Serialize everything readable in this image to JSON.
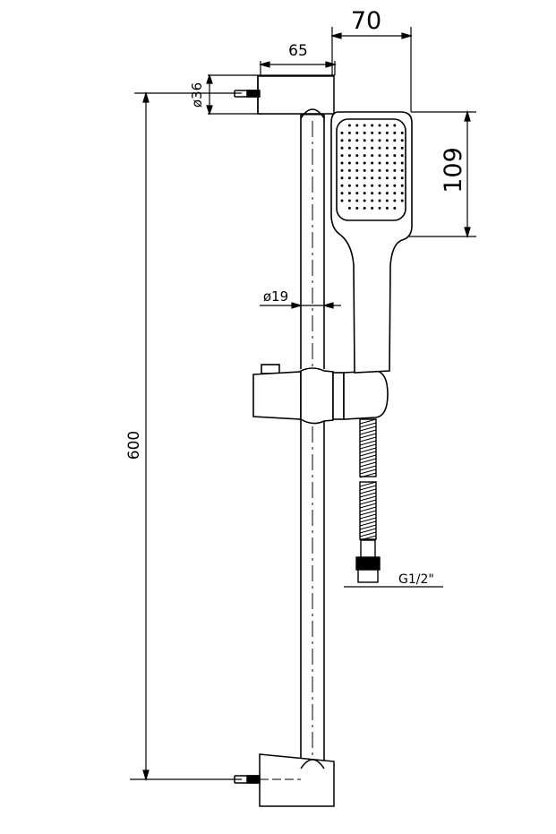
{
  "dimensions": {
    "width_70": "70",
    "width_65": "65",
    "dia_36": "ø36",
    "height_109": "109",
    "dia_19": "ø19",
    "length_600": "600",
    "thread": "G1/2\""
  },
  "colors": {
    "line": "#000000",
    "background": "#ffffff"
  }
}
